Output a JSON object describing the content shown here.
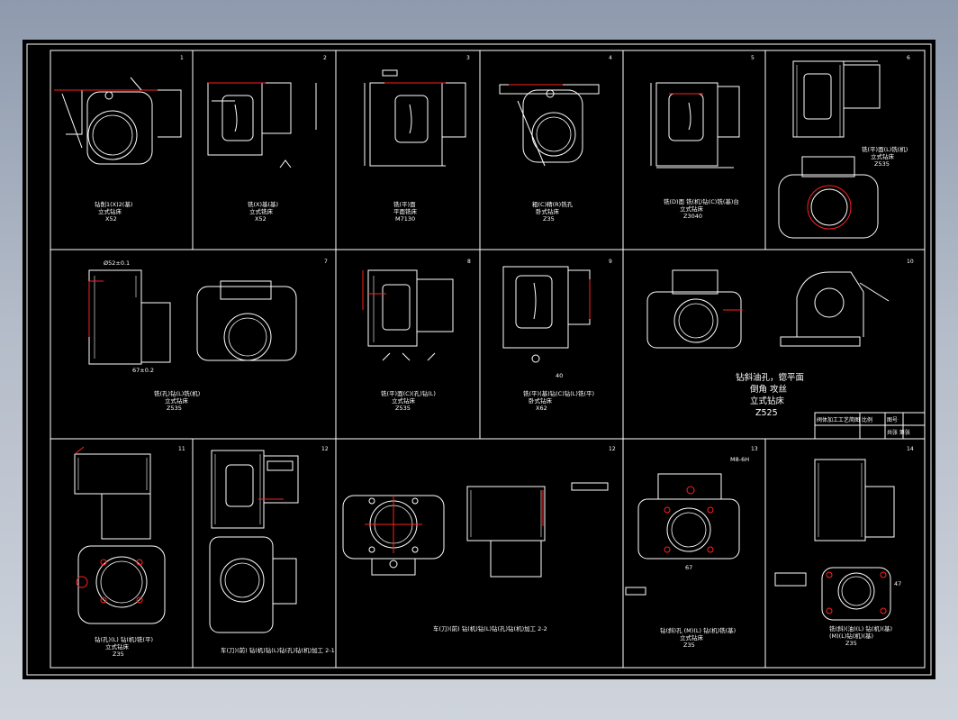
{
  "drawing": {
    "cells": [
      {
        "id": "1",
        "lines": [
          "钻削1(X)2(基)",
          "立式钻床",
          "X52"
        ]
      },
      {
        "id": "2",
        "lines": [
          "铣(X)基(基)",
          "立式铣床",
          "X52"
        ]
      },
      {
        "id": "3",
        "lines": [
          "铣(平)面",
          "平面铣床",
          "M7130"
        ]
      },
      {
        "id": "4",
        "lines": [
          "粗(C)精(R)铣孔",
          "卧式钻床",
          "Z35"
        ]
      },
      {
        "id": "5",
        "lines": [
          "铣(D)面 铣(机)钻(C)铣(基)台",
          "立式钻床",
          "Z3040"
        ]
      },
      {
        "id": "6",
        "lines": [
          "铣(平)面(L)铣(机)",
          "立式钻床",
          "Z535"
        ]
      },
      {
        "id": "7",
        "lines": [
          "铣(孔)钻(L)铣(机)",
          "立式钻床",
          "Z535"
        ]
      },
      {
        "id": "8",
        "lines": [
          "铣(平)面(C)(孔)钻(L)",
          "立式钻床",
          "Z535"
        ]
      },
      {
        "id": "9",
        "lines": [
          "铣(平)(基)钻(C)钻(L)铣(平)",
          "卧式钻床",
          "X62"
        ]
      },
      {
        "id": "10",
        "lines": [
          "钻斜油孔，锪平面",
          "倒角 攻丝",
          "立式钻床",
          "Z525"
        ]
      },
      {
        "id": "11",
        "lines": [
          "钻(孔)(L) 钻(机)铣(平)",
          "立式钻床",
          "Z35"
        ]
      },
      {
        "id": "12a",
        "lines": [
          "车(刀)(前) 钻(机)钻(L)钻(孔)钻(机)加工 2-1"
        ]
      },
      {
        "id": "12b",
        "lines": [
          "车(刀)(前) 钻(机)钻(L)钻(孔)钻(机)加工 2-2"
        ]
      },
      {
        "id": "13",
        "lines": [
          "钻(斜)孔 (M)(L) 钻(机)铣(基)",
          "立式钻床",
          "Z35"
        ]
      },
      {
        "id": "14",
        "lines": [
          "铣(斜)(油)(L) 钻(机)(基)",
          "(M)(L)钻(机)(基)",
          "Z35"
        ]
      }
    ],
    "cell_numbers": [
      "1",
      "2",
      "3",
      "4",
      "5",
      "6",
      "7",
      "8",
      "9",
      "10",
      "11",
      "12",
      "12",
      "13",
      "14"
    ],
    "dimension_labels": {
      "d52": "Ø52±0.1",
      "d67": "67±0.2",
      "d40": "40",
      "m8": "M8-6H",
      "r67": "67",
      "r47": "47"
    },
    "title_block": {
      "row1": [
        "阀体加工工艺简图",
        "比例",
        "图号"
      ],
      "row2": [
        "",
        "",
        "共张 第张"
      ]
    },
    "colors": {
      "background": "#000000",
      "line": "#ffffff",
      "accent": "#ff2020",
      "frame_outer": "#8e9aad"
    }
  }
}
